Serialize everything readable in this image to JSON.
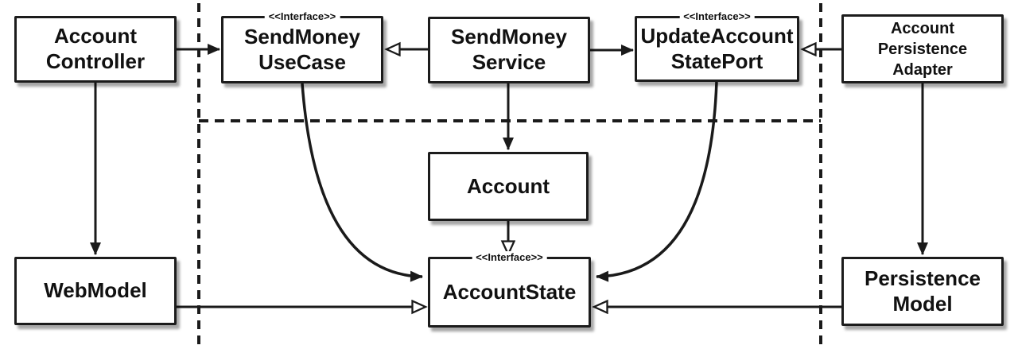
{
  "diagram_type": "uml-clean-architecture-dependency-diagram",
  "colors": {
    "line": "#1a1a1a",
    "box_fill": "#ffffff",
    "text": "#111111",
    "shadow": "#a8a8a8"
  },
  "boxes": {
    "account_controller": {
      "label": "Account\nController"
    },
    "sendmoney_usecase": {
      "stereotype": "<<Interface>>",
      "label": "SendMoney\nUseCase"
    },
    "sendmoney_service": {
      "label": "SendMoney\nService"
    },
    "updateaccount_stateport": {
      "stereotype": "<<Interface>>",
      "label": "UpdateAccount\nStatePort"
    },
    "account_persistence_adapter": {
      "label": "Account\nPersistence\nAdapter"
    },
    "account": {
      "label": "Account"
    },
    "accountstate": {
      "stereotype": "<<Interface>>",
      "label": "AccountState"
    },
    "webmodel": {
      "label": "WebModel"
    },
    "persistence_model": {
      "label": "Persistence\nModel"
    }
  },
  "edges": [
    {
      "from": "AccountController",
      "to": "SendMoneyUseCase",
      "arrowhead": "solid"
    },
    {
      "from": "SendMoneyService",
      "to": "SendMoneyUseCase",
      "arrowhead": "open"
    },
    {
      "from": "SendMoneyService",
      "to": "UpdateAccountStatePort",
      "arrowhead": "solid"
    },
    {
      "from": "AccountPersistenceAdapter",
      "to": "UpdateAccountStatePort",
      "arrowhead": "open"
    },
    {
      "from": "AccountController",
      "to": "WebModel",
      "arrowhead": "solid"
    },
    {
      "from": "SendMoneyService",
      "to": "Account",
      "arrowhead": "solid"
    },
    {
      "from": "Account",
      "to": "AccountState",
      "arrowhead": "open"
    },
    {
      "from": "SendMoneyUseCase",
      "to": "AccountState",
      "arrowhead": "solid"
    },
    {
      "from": "UpdateAccountStatePort",
      "to": "AccountState",
      "arrowhead": "solid"
    },
    {
      "from": "WebModel",
      "to": "AccountState",
      "arrowhead": "open"
    },
    {
      "from": "PersistenceModel",
      "to": "AccountState",
      "arrowhead": "open"
    },
    {
      "from": "AccountPersistenceAdapter",
      "to": "PersistenceModel",
      "arrowhead": "solid"
    }
  ],
  "boundaries": [
    {
      "name": "left-vertical-dashed"
    },
    {
      "name": "right-vertical-dashed"
    },
    {
      "name": "horizontal-dashed"
    }
  ]
}
